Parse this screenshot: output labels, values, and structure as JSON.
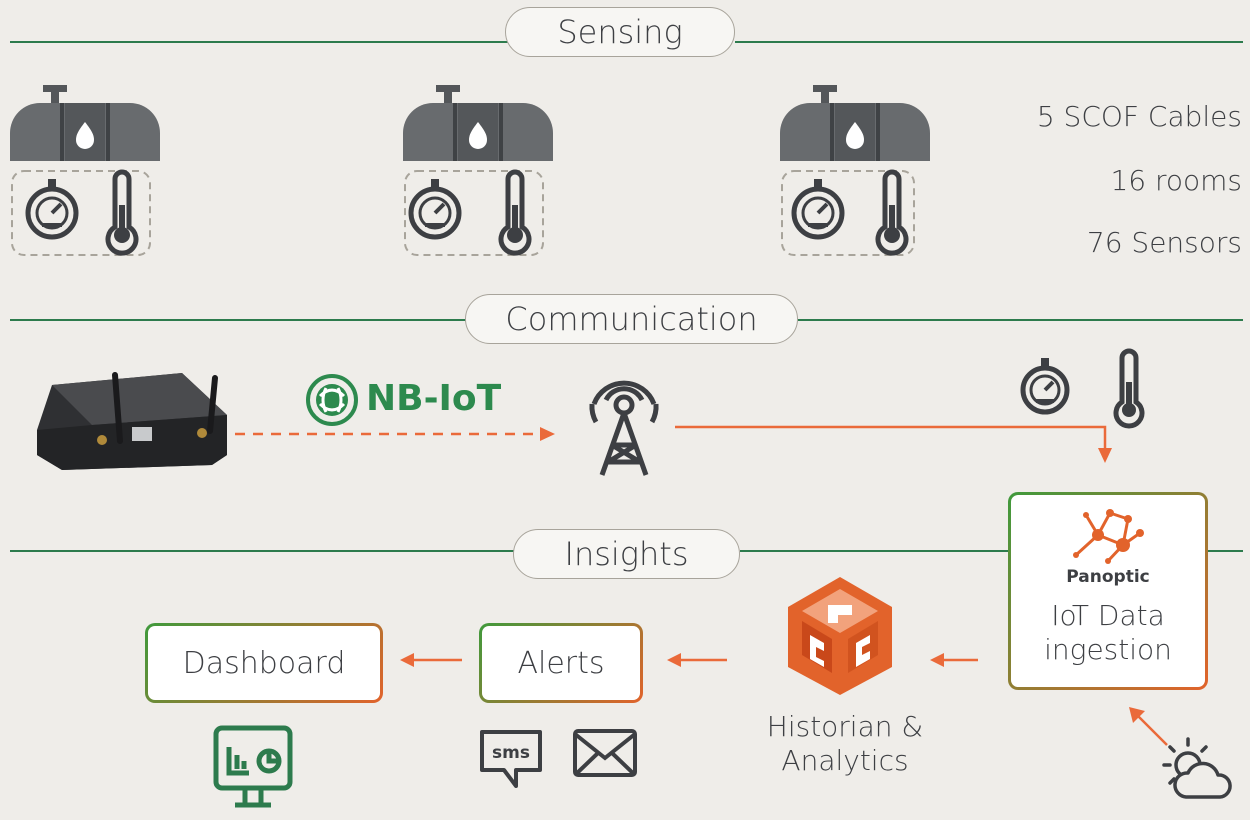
{
  "sections": {
    "sensing": "Sensing",
    "communication": "Communication",
    "insights": "Insights"
  },
  "stats": [
    "5 SCOF Cables",
    "16 rooms",
    "76 Sensors"
  ],
  "network_logo": "NB-IoT",
  "platform": {
    "logo_text": "Panoptic",
    "label_line1": "IoT Data",
    "label_line2": "ingestion"
  },
  "historian": {
    "line1": "Historian &",
    "line2": "Analytics"
  },
  "alerts": {
    "label": "Alerts",
    "sms_text": "sms"
  },
  "dashboard": {
    "label": "Dashboard"
  },
  "colors": {
    "green_line": "#2d7b4d",
    "orange_arrow": "#ea6a3a",
    "icon_gray": "#54575a",
    "gradient_start": "#3f9a3c",
    "gradient_end": "#e2632b"
  }
}
